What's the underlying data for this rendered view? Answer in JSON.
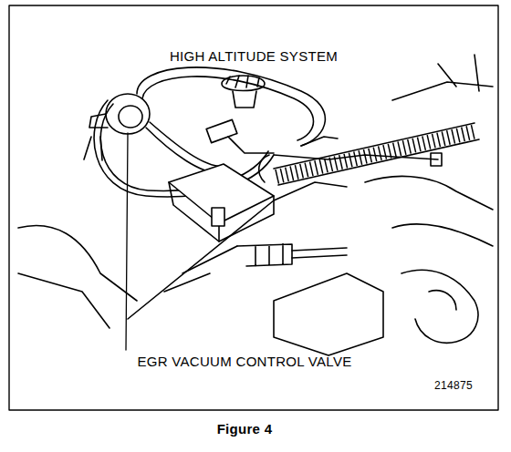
{
  "diagram": {
    "title": "HIGH ALTITUDE SYSTEM",
    "caption": "Figure 4",
    "labels": [
      "EGR VACUUM CONTROL VALVE",
      "214875"
    ]
  }
}
